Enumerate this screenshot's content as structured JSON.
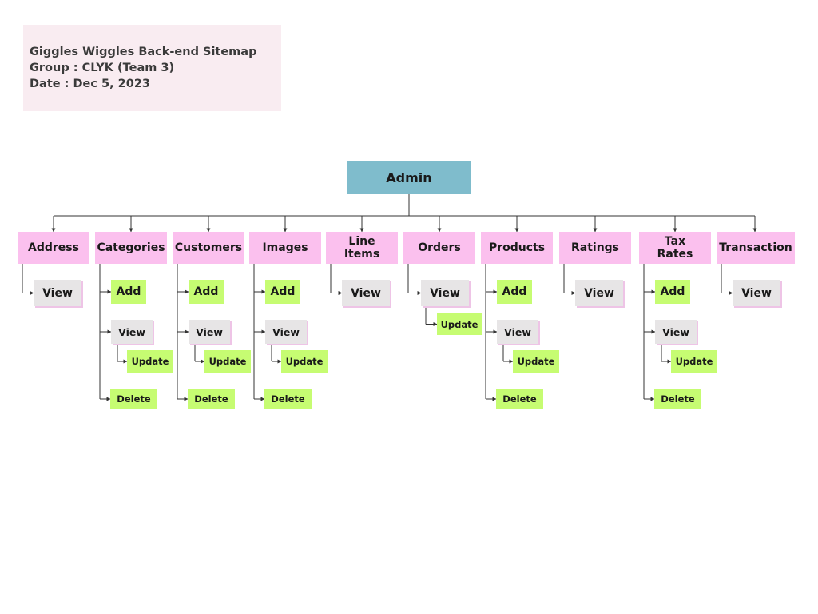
{
  "header": {
    "title": "Giggles Wiggles Back-end Sitemap",
    "group": "Group :  CLYK (Team 3)",
    "date": "Date : Dec 5, 2023"
  },
  "colors": {
    "header_bg": "#f9ecf1",
    "root": "#7fbccc",
    "category": "#fbc0ee",
    "view": "#e7e5e6",
    "action": "#c6fc72",
    "line": "#333333"
  },
  "root": {
    "label": "Admin"
  },
  "categories": [
    {
      "label": "Address",
      "children": [
        {
          "label": "View",
          "kind": "view"
        }
      ]
    },
    {
      "label": "Categories",
      "children": [
        {
          "label": "Add",
          "kind": "action"
        },
        {
          "label": "View",
          "kind": "view",
          "children": [
            {
              "label": "Update",
              "kind": "action"
            }
          ]
        },
        {
          "label": "Delete",
          "kind": "action"
        }
      ]
    },
    {
      "label": "Customers",
      "children": [
        {
          "label": "Add",
          "kind": "action"
        },
        {
          "label": "View",
          "kind": "view",
          "children": [
            {
              "label": "Update",
              "kind": "action"
            }
          ]
        },
        {
          "label": "Delete",
          "kind": "action"
        }
      ]
    },
    {
      "label": "Images",
      "children": [
        {
          "label": "Add",
          "kind": "action"
        },
        {
          "label": "View",
          "kind": "view",
          "children": [
            {
              "label": "Update",
              "kind": "action"
            }
          ]
        },
        {
          "label": "Delete",
          "kind": "action"
        }
      ]
    },
    {
      "label": "Line Items",
      "children": [
        {
          "label": "View",
          "kind": "view"
        }
      ]
    },
    {
      "label": "Orders",
      "children": [
        {
          "label": "View",
          "kind": "view",
          "children": [
            {
              "label": "Update",
              "kind": "action"
            }
          ]
        }
      ]
    },
    {
      "label": "Products",
      "children": [
        {
          "label": "Add",
          "kind": "action"
        },
        {
          "label": "View",
          "kind": "view",
          "children": [
            {
              "label": "Update",
              "kind": "action"
            }
          ]
        },
        {
          "label": "Delete",
          "kind": "action"
        }
      ]
    },
    {
      "label": "Ratings",
      "children": [
        {
          "label": "View",
          "kind": "view"
        }
      ]
    },
    {
      "label": "Tax Rates",
      "children": [
        {
          "label": "Add",
          "kind": "action"
        },
        {
          "label": "View",
          "kind": "view",
          "children": [
            {
              "label": "Update",
              "kind": "action"
            }
          ]
        },
        {
          "label": "Delete",
          "kind": "action"
        }
      ]
    },
    {
      "label": "Transaction",
      "children": [
        {
          "label": "View",
          "kind": "view"
        }
      ]
    }
  ]
}
